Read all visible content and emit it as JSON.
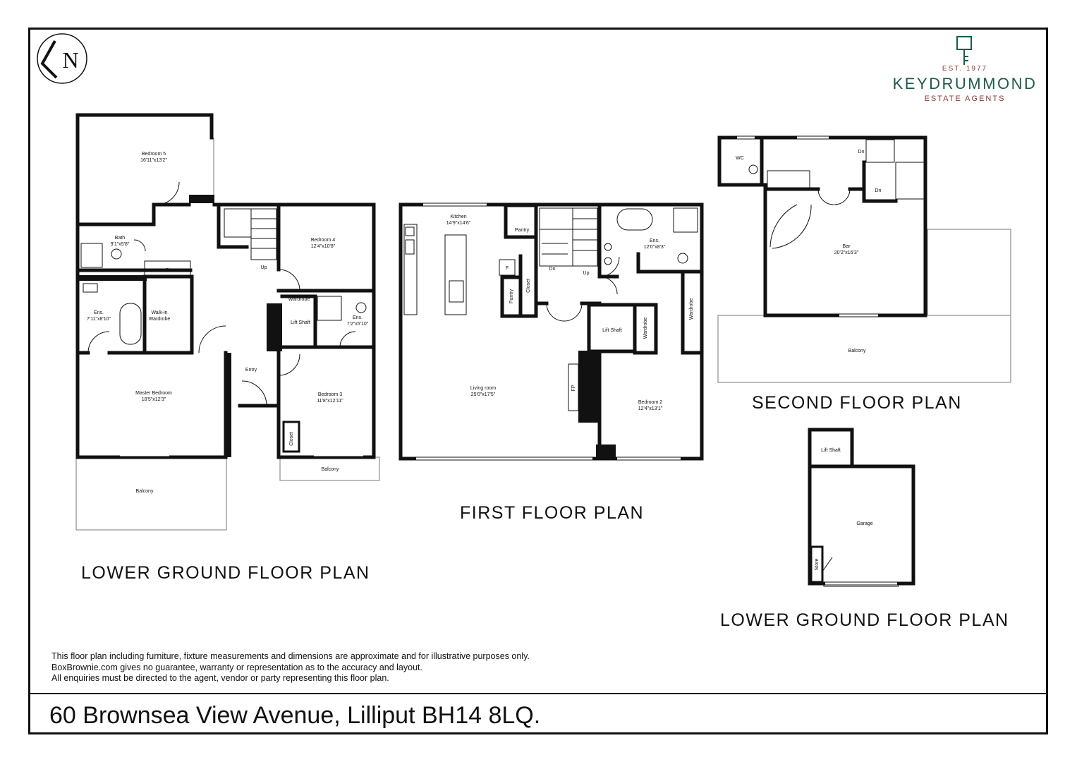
{
  "compass": {
    "letter": "N"
  },
  "logo": {
    "est": "EST. 1977",
    "brand": "KEYDRUMMOND",
    "sub": "ESTATE AGENTS",
    "colors": {
      "green": "#1d5b4a",
      "red": "#8a3b32"
    }
  },
  "plans": {
    "lower_ground": {
      "title": "LOWER GROUND FLOOR PLAN",
      "rooms": {
        "bedroom5": {
          "name": "Bedroom 5",
          "dim": "16'11\"x13'2\""
        },
        "bath": {
          "name": "Bath",
          "dim": "9'1\"x5'8\""
        },
        "closet1": "Closet",
        "bedroom4": {
          "name": "Bedroom 4",
          "dim": "12'4\"x10'8\""
        },
        "up": "Up",
        "ens1": {
          "name": "Ens.",
          "dim": "7'11\"x8'10\""
        },
        "walkin": "Walk-in",
        "wardrobe_walkin": "Wardrobe",
        "wardrobe": "Wardrobe",
        "liftshaft": "Lift Shaft",
        "ens2": {
          "name": "Ens.",
          "dim": "7'2\"x5'10\""
        },
        "entry": "Entry",
        "master": {
          "name": "Master Bedroom",
          "dim": "18'5\"x12'3\""
        },
        "bedroom3": {
          "name": "Bedroom 3",
          "dim": "11'8\"x12'11\""
        },
        "closet2": "Closet",
        "balcony1": "Balcony",
        "balcony2": "Balcony"
      }
    },
    "first": {
      "title": "FIRST FLOOR PLAN",
      "rooms": {
        "kitchen": {
          "name": "Kitchen",
          "dim": "14'9\"x14'6\""
        },
        "pantry1": "Pantry",
        "pantry2": "Pantry",
        "f": "F",
        "closet": "Closet",
        "dn": "Dn",
        "up": "Up",
        "ens": {
          "name": "Ens.",
          "dim": "12'0\"x8'3\""
        },
        "liftshaft": "Lift Shaft",
        "wardrobe1": "Wardrobe",
        "wardrobe2": "Wardrobe",
        "living": {
          "name": "Living room",
          "dim": "25'0\"x17'5\""
        },
        "fp": "FP",
        "bedroom2": {
          "name": "Bedroom 2",
          "dim": "12'4\"x13'1\""
        }
      }
    },
    "second": {
      "title": "SECOND FLOOR PLAN",
      "rooms": {
        "wc": "WC",
        "dn1": "Dn",
        "dn2": "Dn",
        "bar": {
          "name": "Bar",
          "dim": "20'2\"x16'3\""
        },
        "balcony": "Balcony"
      }
    },
    "lower_ground_garage": {
      "title": "LOWER GROUND FLOOR PLAN",
      "rooms": {
        "liftshaft": "Lift Shaft",
        "garage": "Garage",
        "store": "Store"
      }
    }
  },
  "disclaimer": [
    "This floor plan including furniture, fixture measurements and dimensions are approximate and for illustrative purposes only.",
    "BoxBrownie.com gives no guarantee, warranty or representation as to the accuracy and layout.",
    "All enquiries must be directed to the agent, vendor or party representing this floor plan."
  ],
  "address": "60 Brownsea View Avenue, Lilliput BH14 8LQ."
}
